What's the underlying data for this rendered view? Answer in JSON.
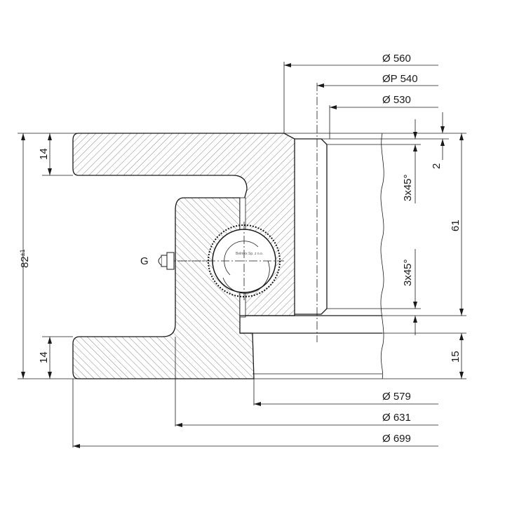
{
  "diameters": {
    "d560": "Ø 560",
    "dp540": "ØP 540",
    "d530": "Ø 530",
    "d579": "Ø 579",
    "d631": "Ø 631",
    "d699": "Ø 699"
  },
  "vertical": {
    "height_total": "82",
    "height_total_tol": "±1",
    "outer_flange": "14",
    "lower_flange": "14",
    "inner_height": "61",
    "inner_lower": "15",
    "step": "2",
    "chamfer_top": "3x45°",
    "chamfer_bottom": "3x45°"
  },
  "labels": {
    "grease_nipple": "G",
    "maker_mark": "Belmex Sp. z o.o."
  },
  "colors": {
    "line": "#1a1a1a",
    "hatch": "#555555"
  }
}
